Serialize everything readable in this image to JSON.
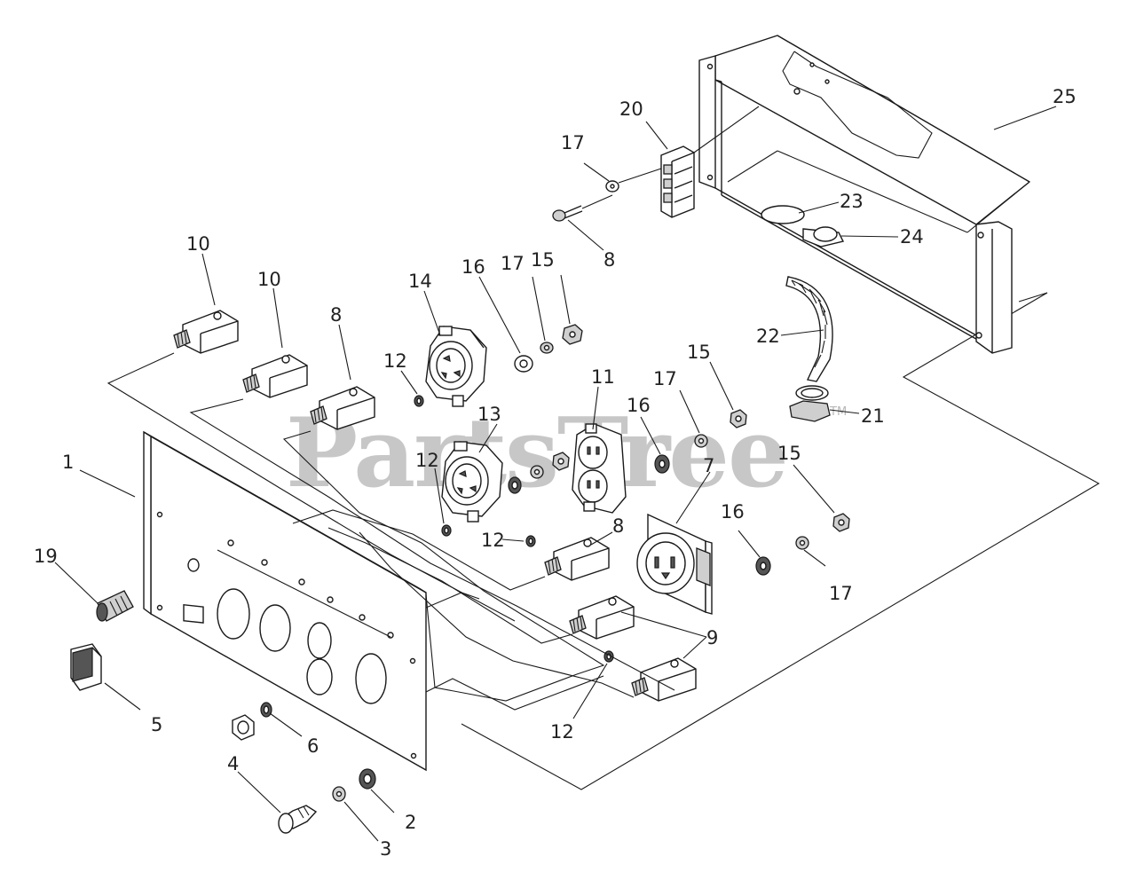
{
  "watermark": {
    "text": "PartsTree",
    "trademark": "TM"
  },
  "callouts": [
    {
      "id": "c25",
      "label": "25"
    },
    {
      "id": "c20",
      "label": "20"
    },
    {
      "id": "c17a",
      "label": "17"
    },
    {
      "id": "c8a",
      "label": "8"
    },
    {
      "id": "c23",
      "label": "23"
    },
    {
      "id": "c24",
      "label": "24"
    },
    {
      "id": "c22",
      "label": "22"
    },
    {
      "id": "c21",
      "label": "21"
    },
    {
      "id": "c10a",
      "label": "10"
    },
    {
      "id": "c10b",
      "label": "10"
    },
    {
      "id": "c8b",
      "label": "8"
    },
    {
      "id": "c14",
      "label": "14"
    },
    {
      "id": "c16a",
      "label": "16"
    },
    {
      "id": "c17b",
      "label": "17"
    },
    {
      "id": "c15a",
      "label": "15"
    },
    {
      "id": "c12a",
      "label": "12"
    },
    {
      "id": "c13",
      "label": "13"
    },
    {
      "id": "c11",
      "label": "11"
    },
    {
      "id": "c16b",
      "label": "16"
    },
    {
      "id": "c17c",
      "label": "17"
    },
    {
      "id": "c15b",
      "label": "15"
    },
    {
      "id": "c15c",
      "label": "15"
    },
    {
      "id": "c12b",
      "label": "12"
    },
    {
      "id": "c12c",
      "label": "12"
    },
    {
      "id": "c8c",
      "label": "8"
    },
    {
      "id": "c7",
      "label": "7"
    },
    {
      "id": "c16c",
      "label": "16"
    },
    {
      "id": "c17d",
      "label": "17"
    },
    {
      "id": "c1",
      "label": "1"
    },
    {
      "id": "c19",
      "label": "19"
    },
    {
      "id": "c9",
      "label": "9"
    },
    {
      "id": "c5",
      "label": "5"
    },
    {
      "id": "c6",
      "label": "6"
    },
    {
      "id": "c12d",
      "label": "12"
    },
    {
      "id": "c4",
      "label": "4"
    },
    {
      "id": "c2",
      "label": "2"
    },
    {
      "id": "c3",
      "label": "3"
    }
  ]
}
